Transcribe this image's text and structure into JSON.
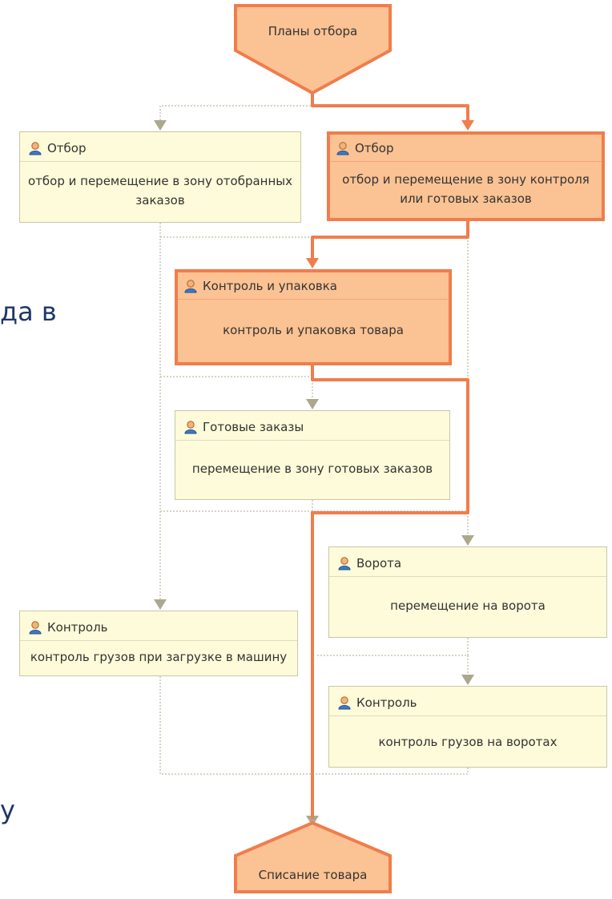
{
  "colors": {
    "node_fill": "#fdfbd9",
    "node_border": "#c9c7a6",
    "active_fill": "#fbc293",
    "active_border": "#f07d4c",
    "active_path": "#f07d4c",
    "inactive_path": "#c8c6b4",
    "arrow_inactive": "#aca88e",
    "background_text": "#1f3864"
  },
  "background_fragments": [
    "да в",
    "у"
  ],
  "terminals": {
    "start": "Планы отбора",
    "end": "Списание товара"
  },
  "nodes": {
    "pick_left": {
      "title": "Отбор",
      "text": "отбор и перемещение в зону отобранных заказов",
      "active": false,
      "icon": "user-icon"
    },
    "pick_right": {
      "title": "Отбор",
      "text": "отбор и перемещение в зону контроля или готовых заказов",
      "active": true,
      "icon": "user-icon"
    },
    "control_pack": {
      "title": "Контроль и упаковка",
      "text": "контроль и упаковка товара",
      "active": true,
      "icon": "user-icon"
    },
    "ready_orders": {
      "title": "Готовые заказы",
      "text": "перемещение в зону готовых заказов",
      "active": false,
      "icon": "user-icon"
    },
    "gate": {
      "title": "Ворота",
      "text": "перемещение на ворота",
      "active": false,
      "icon": "user-icon"
    },
    "control_load": {
      "title": "Контроль",
      "text": "контроль грузов при загрузке в машину",
      "active": false,
      "icon": "user-icon"
    },
    "control_gate": {
      "title": "Контроль",
      "text": "контроль грузов на воротах",
      "active": false,
      "icon": "user-icon"
    }
  }
}
